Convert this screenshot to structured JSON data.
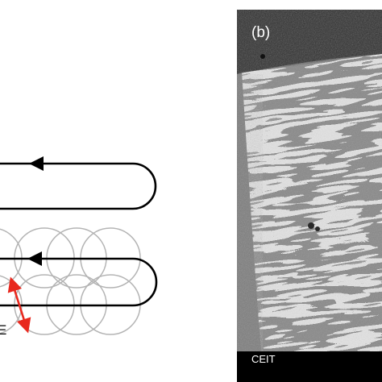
{
  "diagram": {
    "side_label": "E",
    "path_color": "#000000",
    "circle_color": "#b4b4b4",
    "arrow_color": "#e8281e"
  },
  "micrograph": {
    "panel_label": "(b)",
    "footer_text": "CEIT",
    "footer_color": "#000000"
  }
}
